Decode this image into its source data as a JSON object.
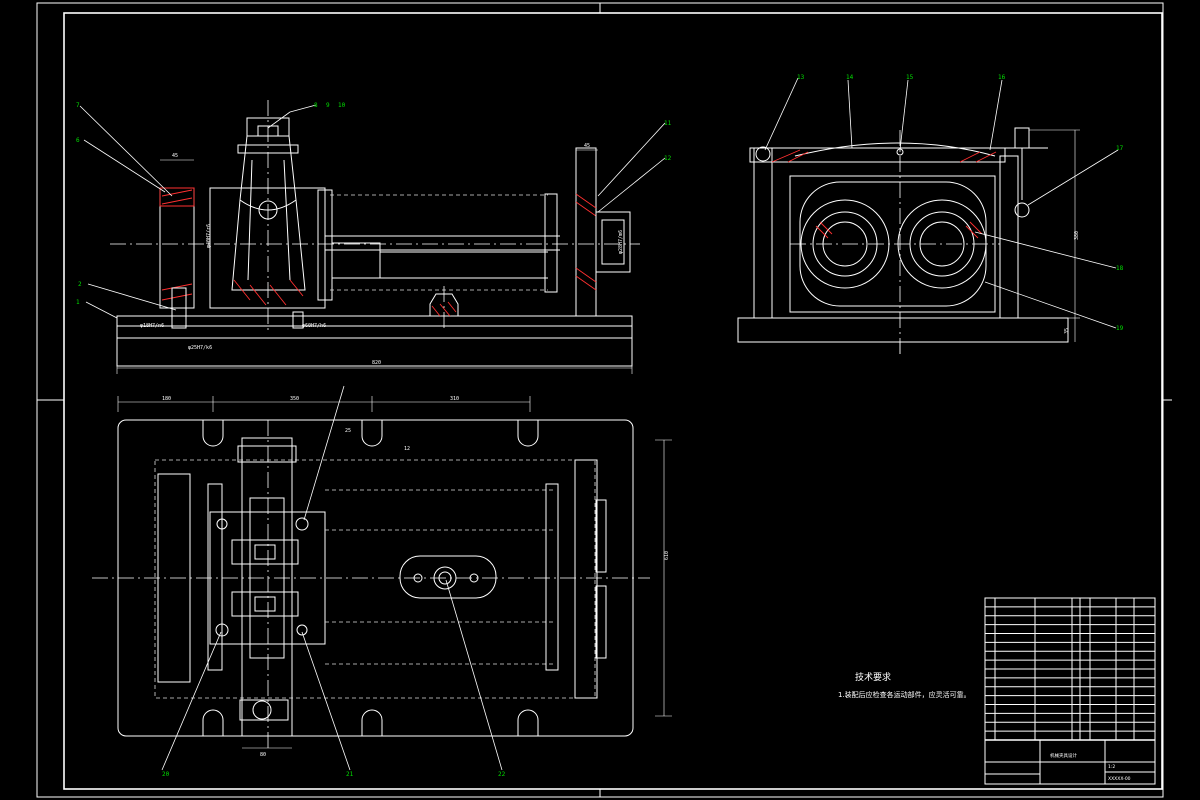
{
  "colors": {
    "background": "#000000",
    "lines": "#ffffff",
    "balloons": "#00e000",
    "hatch": "#ff3030"
  },
  "balloons": {
    "front": [
      "1",
      "2",
      "6",
      "7",
      "8",
      "9",
      "10",
      "11",
      "12"
    ],
    "side": [
      "13",
      "14",
      "15",
      "16",
      "17",
      "18",
      "19"
    ],
    "plan": [
      "20",
      "21",
      "22"
    ]
  },
  "dimensions": {
    "front_overall": "820",
    "front_top_left": "45",
    "front_top_right": "45",
    "side_height": "380",
    "side_small": "35",
    "plan_top": [
      "180",
      "350",
      "310"
    ],
    "plan_height": "610",
    "plan_bottom": "80",
    "plan_small": [
      "25",
      "12"
    ]
  },
  "fits": [
    "φ18H7/n6",
    "φ25H7/k6",
    "φ60H7/h6",
    "φ40H7/r6",
    "φ28H7/m6"
  ],
  "tech_note": {
    "title": "技术要求",
    "line1": "1.装配后应检查各运动部件，应灵活可靠。"
  },
  "title_block": {
    "rows": 16,
    "drawing_no": "XXXXX-00",
    "company": "机械夹具设计",
    "scale": "1:2"
  }
}
